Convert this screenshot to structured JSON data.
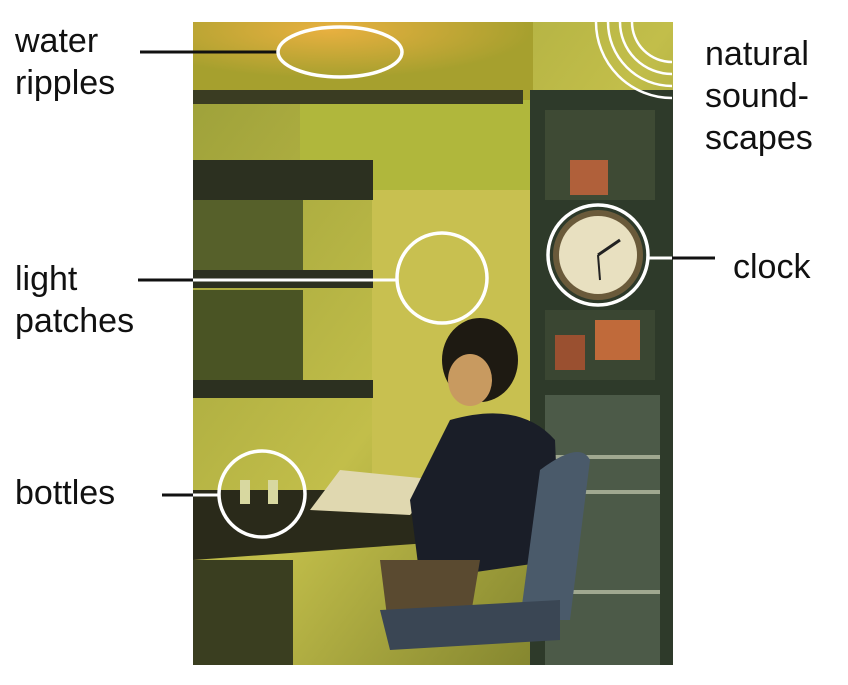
{
  "labels": {
    "water_ripples": [
      "water",
      "ripples"
    ],
    "natural_soundscapes": [
      "natural",
      "sound-",
      "scapes"
    ],
    "light_patches": [
      "light",
      "patches"
    ],
    "clock": "clock",
    "bottles": "bottles"
  },
  "colors": {
    "wall": "#b7b640",
    "shelf": "#2c3020",
    "highlight": "#ffffff",
    "line": "#111111"
  }
}
